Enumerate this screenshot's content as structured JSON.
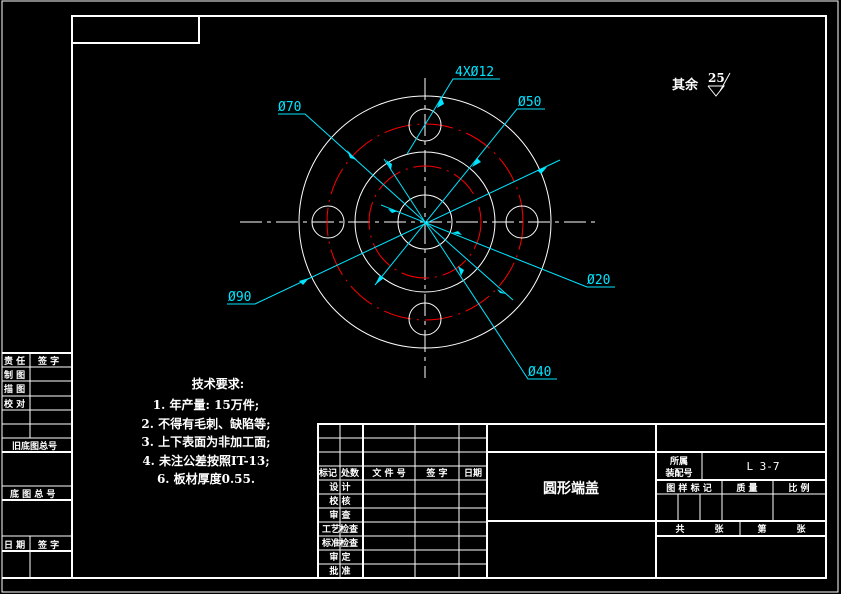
{
  "drawing": {
    "title": "圆形端盖",
    "drawing_number": "L 3-7",
    "roughness": {
      "label": "其余",
      "value": "25"
    },
    "colors": {
      "background": "#000000",
      "lines": "#ffffff",
      "hidden": "#ff0000",
      "dimension": "#00e5ff"
    }
  },
  "dimensions": {
    "bolt_holes": "4XØ12",
    "d70": "Ø70",
    "d50": "Ø50",
    "d90": "Ø90",
    "d20": "Ø20",
    "d40": "Ø40"
  },
  "tech_requirements": {
    "heading": "技术要求:",
    "items": [
      "1. 年产量: 15万件;",
      "2. 不得有毛刺、缺陷等;",
      "3. 上下表面为非加工面;",
      "4. 未注公差按照IT-13;",
      "6. 板材厚度0.55."
    ]
  },
  "left_strip": {
    "rows": [
      {
        "a": "责 任",
        "b": "签 字"
      },
      {
        "a": "制 图",
        "b": ""
      },
      {
        "a": "描 图",
        "b": ""
      },
      {
        "a": "校 对",
        "b": ""
      }
    ],
    "old_base_no": "旧底图总号",
    "base_no": "底 图 总 号",
    "date_sign": {
      "a": "日 期",
      "b": "签 字"
    }
  },
  "title_block": {
    "header": [
      "标记",
      "处数",
      "文 件 号",
      "签 字",
      "日期"
    ],
    "roles": [
      "设 计",
      "校 核",
      "审 查",
      "工艺检查",
      "标准检查",
      "审 定",
      "批 准"
    ],
    "belongs_label": "所属装配号",
    "belongs_label_l1": "所属",
    "belongs_label_l2": "装配号",
    "stage_label": "图 样 标 记",
    "mass_label": "质 量",
    "scale_label": "比 例",
    "total_label": "共",
    "sheets_label": "张",
    "nth_label": "第"
  }
}
